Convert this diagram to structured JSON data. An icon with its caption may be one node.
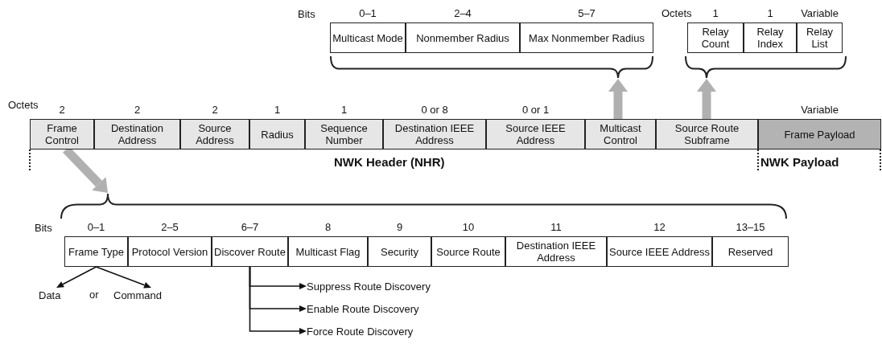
{
  "diagram": {
    "nodes": [
      {
        "text": [
          "Multicast Mode"
        ],
        "beside": [
          "0–1"
        ]
      },
      {
        "text": [
          "Nonmember Radius"
        ],
        "beside": [
          "2–4"
        ]
      },
      {
        "text": [
          "Max Nonmember Radius"
        ],
        "beside": [
          "5–7"
        ]
      },
      {
        "text": [
          "Relay Count"
        ],
        "beside": [
          "1"
        ]
      },
      {
        "text": [
          "Relay Index"
        ],
        "beside": [
          "1"
        ]
      },
      {
        "text": [
          "Relay List"
        ],
        "beside": [
          "Variable"
        ]
      },
      {
        "text": [],
        "shape": "brace"
      },
      {
        "text": [],
        "shape": "brace"
      },
      {
        "text": [
          "Frame Control"
        ],
        "beside": [
          "2"
        ]
      },
      {
        "text": [
          "Destination Address"
        ],
        "beside": [
          "2"
        ]
      },
      {
        "text": [
          "Source Address"
        ],
        "beside": [
          "2"
        ]
      },
      {
        "text": [
          "Radius"
        ],
        "beside": [
          "1"
        ]
      },
      {
        "text": [
          "Sequence Number"
        ],
        "beside": [
          "1"
        ]
      },
      {
        "text": [
          "Destination IEEE Address"
        ],
        "beside": [
          "0 or 8"
        ]
      },
      {
        "text": [
          "Source IEEE Address"
        ],
        "beside": [
          "0 or 1"
        ]
      },
      {
        "text": [
          "Multicast Control"
        ]
      },
      {
        "text": [
          "Source Route Subframe"
        ]
      },
      {
        "text": [
          "Frame Payload"
        ],
        "beside": [
          "Variable"
        ]
      },
      {
        "text": [],
        "shape": "brace"
      },
      {
        "text": [
          "Frame Type"
        ],
        "beside": [
          "0–1"
        ]
      },
      {
        "text": [
          "Protocol Version"
        ],
        "beside": [
          "2–5"
        ]
      },
      {
        "text": [
          "Discover Route"
        ],
        "beside": [
          "6–7"
        ]
      },
      {
        "text": [
          "Multicast Flag"
        ],
        "beside": [
          "8"
        ]
      },
      {
        "text": [
          "Security"
        ],
        "beside": [
          "9"
        ]
      },
      {
        "text": [
          "Source Route"
        ],
        "beside": [
          "10"
        ]
      },
      {
        "text": [
          "Destination IEEE Address"
        ],
        "beside": [
          "11"
        ]
      },
      {
        "text": [
          "Source IEEE Address"
        ],
        "beside": [
          "12"
        ]
      },
      {
        "text": [
          "Reserved"
        ],
        "beside": [
          "13–15"
        ]
      },
      {
        "text": [
          "Data"
        ]
      },
      {
        "text": [
          "Command"
        ]
      },
      {
        "text": [
          "Suppress Route Discovery"
        ]
      },
      {
        "text": [
          "Enable Route Discovery"
        ]
      },
      {
        "text": [
          "Force Route Discovery"
        ]
      }
    ],
    "edges": [
      {
        "from": 15,
        "to": 6,
        "arrow": "to",
        "style": "thick",
        "color": "#b0b0b0"
      },
      {
        "from": 16,
        "to": 7,
        "arrow": "to",
        "style": "thick",
        "color": "#b0b0b0"
      },
      {
        "from": 8,
        "to": 18,
        "arrow": "to",
        "style": "thick",
        "color": "#b0b0b0"
      },
      {
        "from": 19,
        "to": 28,
        "arrow": "to"
      },
      {
        "from": 19,
        "to": 29,
        "arrow": "to"
      },
      {
        "from": 21,
        "to": 30,
        "arrow": "to"
      },
      {
        "from": 21,
        "to": 31,
        "arrow": "to"
      },
      {
        "from": 21,
        "to": 32,
        "arrow": "to"
      }
    ],
    "labels": [
      "Bits",
      "Octets",
      "Octets",
      "NWK Header (NHR)",
      "NWK Payload",
      "Bits",
      "or"
    ]
  }
}
